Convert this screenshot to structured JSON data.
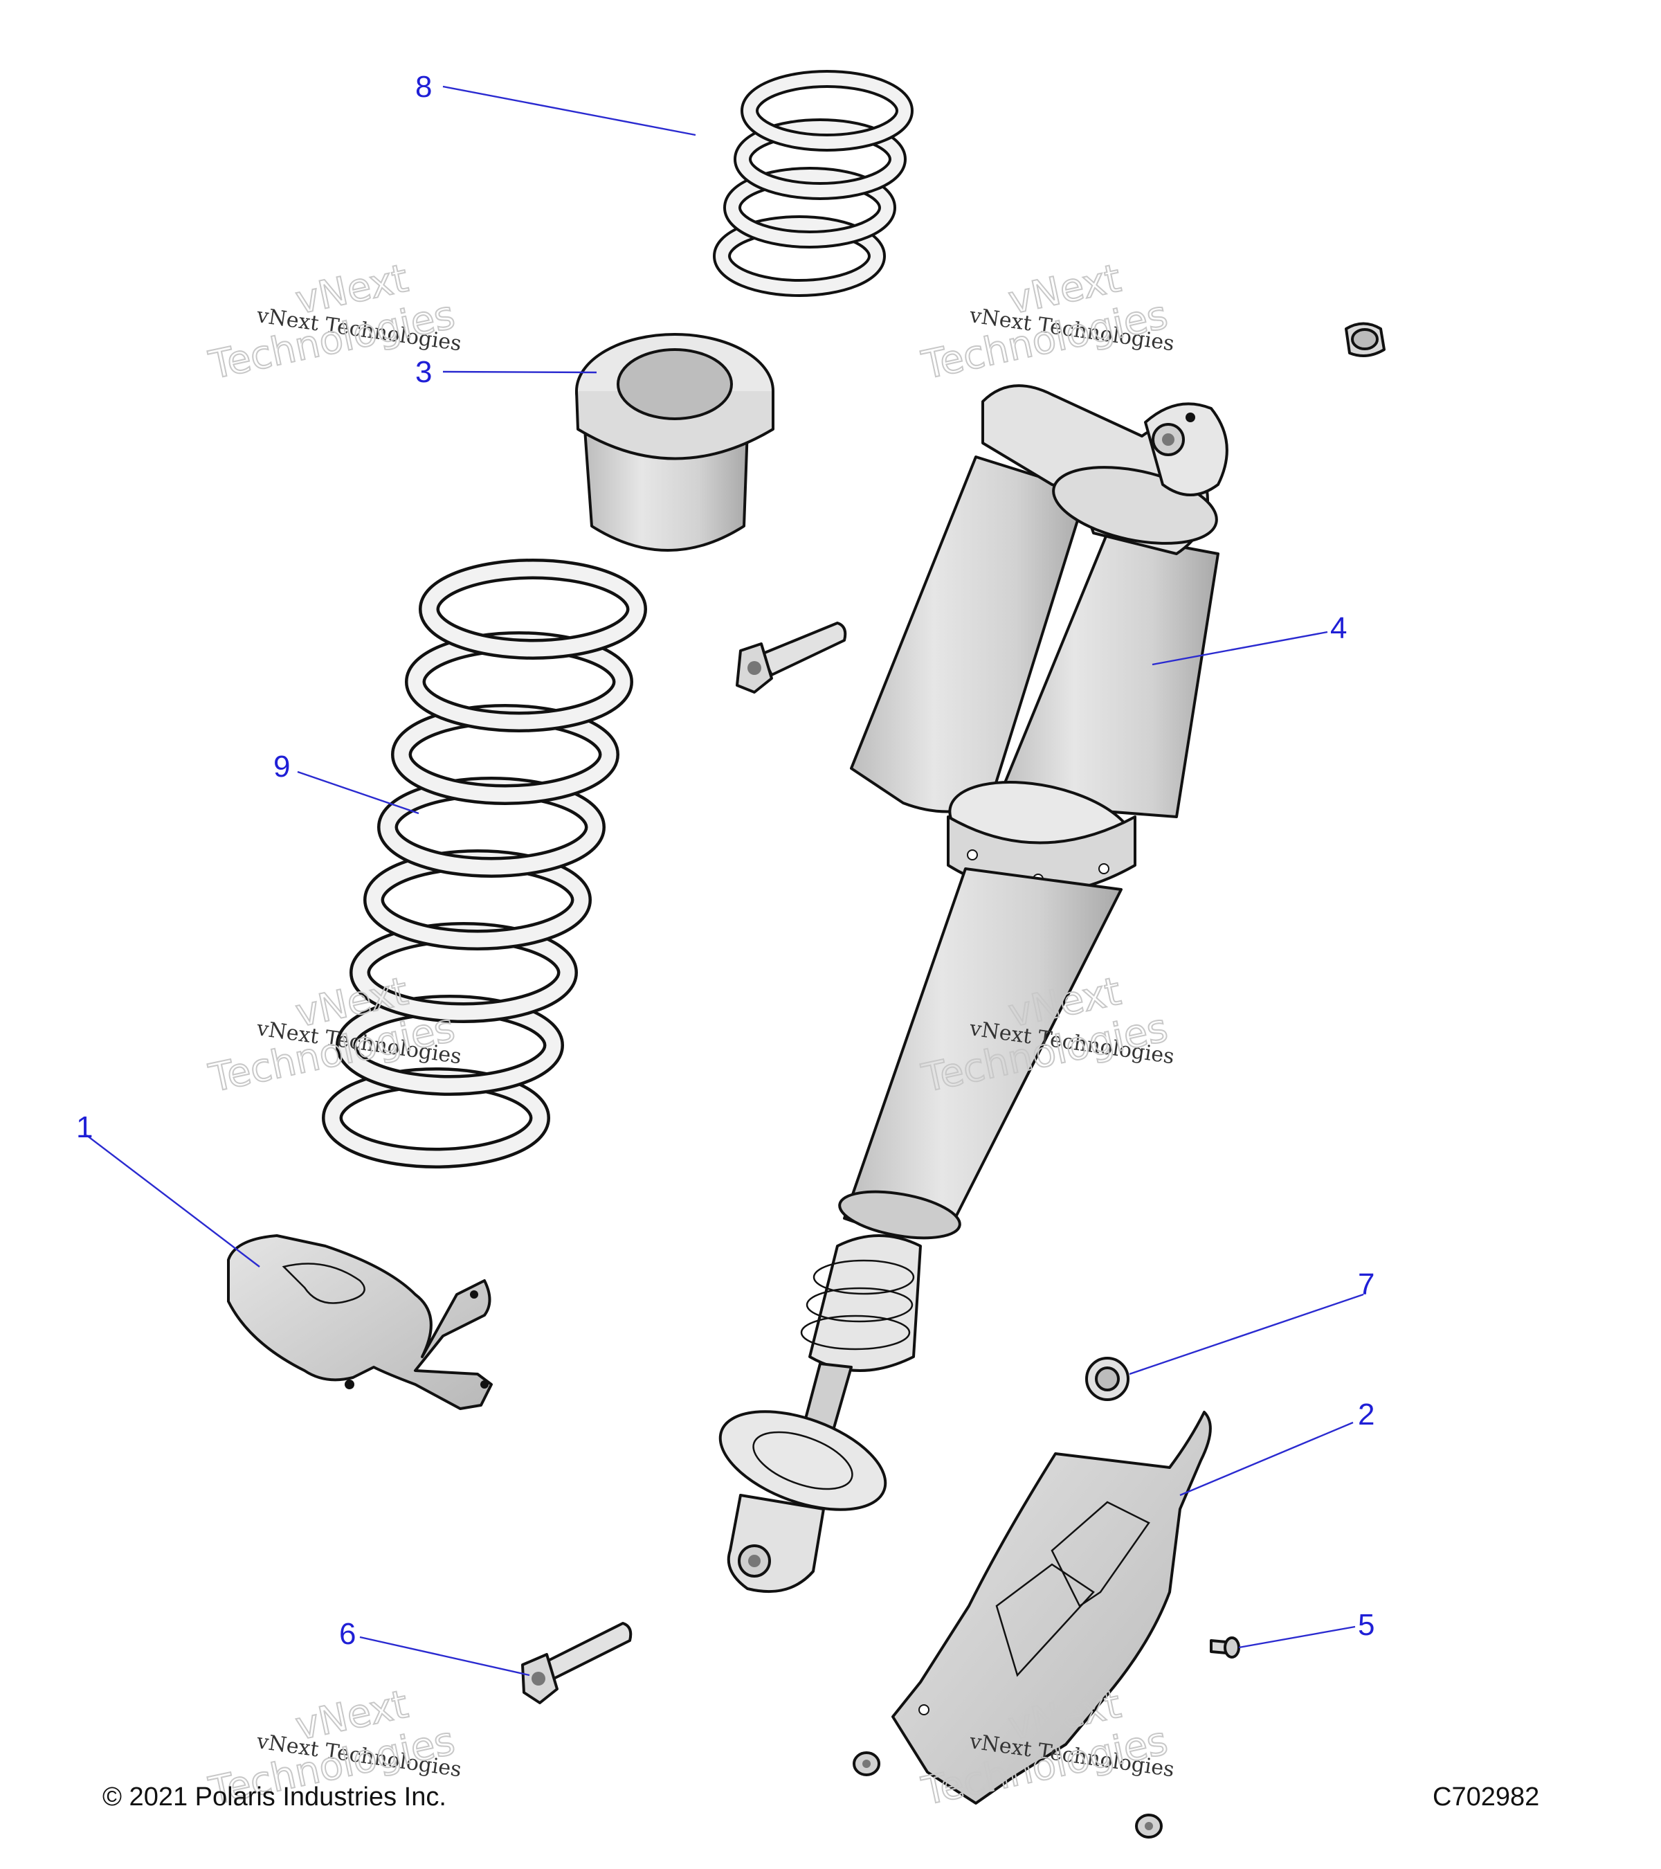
{
  "callouts": {
    "c1": "1",
    "c2": "2",
    "c3": "3",
    "c4": "4",
    "c5": "5",
    "c6": "6",
    "c7": "7",
    "c8": "8",
    "c9": "9"
  },
  "watermark": {
    "line1": "vNext Technologies",
    "line2": "vNext",
    "line3": "Technologies"
  },
  "footer": {
    "copyright": "© 2021 Polaris Industries Inc.",
    "diagram_code": "C702982"
  },
  "colors": {
    "callout": "#1f1fd6",
    "part_fill": "#e8e8e8",
    "part_shade": "#cfcfcf",
    "outline": "#111111"
  }
}
